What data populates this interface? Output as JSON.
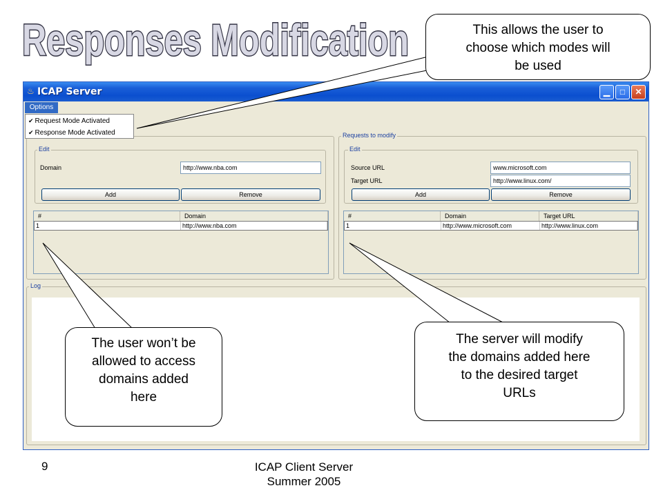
{
  "slide": {
    "title": "Responses Modification",
    "page_number": "9",
    "footer_line1": "ICAP Client Server",
    "footer_line2": "Summer 2005"
  },
  "window": {
    "title": "ICAP Server",
    "menu": {
      "options_label": "Options",
      "items": [
        {
          "label": "Request Mode Activated",
          "checked": true
        },
        {
          "label": "Response Mode Activated",
          "checked": true
        }
      ]
    }
  },
  "left_panel": {
    "edit_label": "Edit",
    "domain_label": "Domain",
    "domain_value": "http://www.nba.com",
    "add_label": "Add",
    "remove_label": "Remove",
    "table": {
      "columns": [
        "#",
        "Domain"
      ],
      "rows": [
        [
          "1",
          "http://www.nba.com"
        ]
      ]
    }
  },
  "right_panel": {
    "group_label": "Requests to modify",
    "edit_label": "Edit",
    "source_label": "Source URL",
    "source_value": "www.microsoft.com",
    "target_label": "Target URL",
    "target_value": "http://www.linux.com/",
    "add_label": "Add",
    "remove_label": "Remove",
    "table": {
      "columns": [
        "#",
        "Domain",
        "Target URL"
      ],
      "rows": [
        [
          "1",
          "http://www.microsoft.com",
          "http://www.linux.com"
        ]
      ]
    }
  },
  "log": {
    "label": "Log"
  },
  "callouts": {
    "modes": [
      "This allows the user to",
      "choose which modes will",
      "be used"
    ],
    "blocked": [
      "The user won’t be",
      "allowed to access",
      "domains added",
      "here"
    ],
    "modify": [
      "The server will modify",
      "the domains added here",
      "to the desired target",
      "URLs"
    ]
  },
  "colors": {
    "title_fill": "#d8d8e4",
    "titlebar": "#0b4fcf",
    "menu_highlight": "#316ac5",
    "window_bg": "#ece9d8"
  }
}
